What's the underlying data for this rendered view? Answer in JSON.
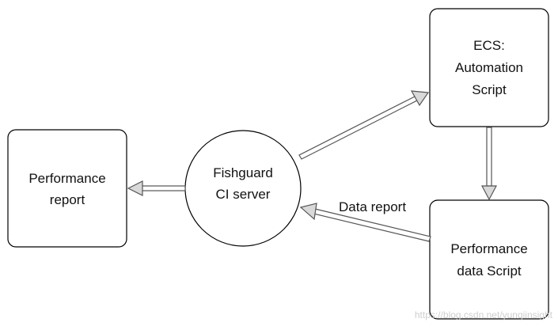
{
  "nodes": {
    "performance_report": {
      "lines": [
        "Performance",
        "report"
      ]
    },
    "ci_server": {
      "lines": [
        "Fishguard",
        "CI server"
      ]
    },
    "ecs_script": {
      "lines": [
        "ECS:",
        "Automation",
        "Script"
      ]
    },
    "perf_data_script": {
      "lines": [
        "Performance",
        "data Script"
      ]
    }
  },
  "edges": {
    "data_report_label": "Data report"
  },
  "watermark": "https://blog.csdn.net/yunqiinsight"
}
